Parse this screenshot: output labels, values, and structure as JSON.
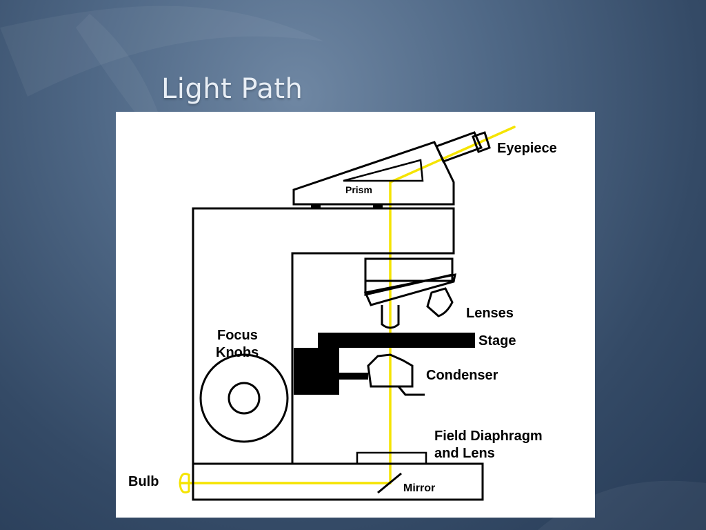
{
  "slide": {
    "title": "Light Path"
  },
  "diagram": {
    "labels": {
      "eyepiece": "Eyepiece",
      "prism": "Prism",
      "lenses": "Lenses",
      "stage": "Stage",
      "focus_line1": "Focus",
      "focus_line2": "Knobs",
      "condenser": "Condenser",
      "field_line1": "Field Diaphragm",
      "field_line2": "and Lens",
      "bulb": "Bulb",
      "mirror": "Mirror"
    },
    "colors": {
      "light_path": "#f5e400",
      "outline": "#000000",
      "panel": "#ffffff"
    }
  }
}
